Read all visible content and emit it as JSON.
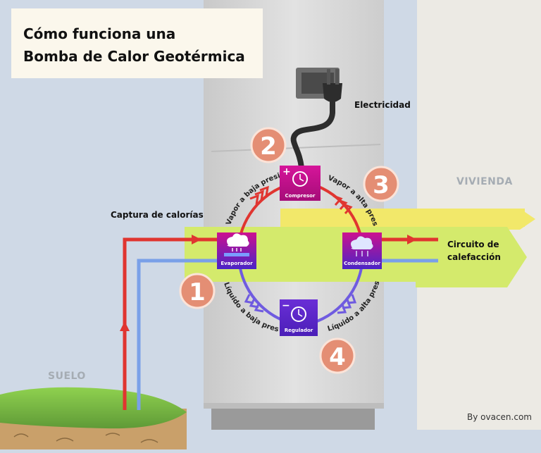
{
  "title": {
    "line1": "Cómo funciona una",
    "line2": "Bomba de Calor Geotérmica"
  },
  "labels": {
    "electricity": "Electricidad",
    "capture": "Captura de calorías",
    "vivienda": "VIVIENDA",
    "suelo": "SUELO",
    "circuit_line1": "Circuito de",
    "circuit_line2": "calefacción",
    "credit": "By ovacen.com"
  },
  "components": {
    "compressor": "Compresor",
    "evaporator": "Evaporador",
    "condenser": "Condensador",
    "regulator": "Regulador",
    "compressor_sign": "+",
    "regulator_sign": "−"
  },
  "cycle_labels": {
    "low_pressure_vapor": "Vapor a baja presión",
    "high_pressure_vapor": "Vapor a alta presión",
    "low_pressure_liquid": "Líquido a baja presión",
    "high_pressure_liquid": "Líquido a alta presión"
  },
  "steps": [
    "1",
    "2",
    "3",
    "4"
  ],
  "colors": {
    "background": "#cfd9e6",
    "house_wall": "#eceae4",
    "unit": "#d8d8d8",
    "hot_pipe": "#e03530",
    "cold_pipe": "#7aa0e8",
    "yellow_band": "#f2e86a",
    "green_band": "#d4ea6c",
    "component": "#c8108e",
    "regulator": "#5a2ad0",
    "circle_badge": "#e48e74",
    "ground": "#8bc34a"
  }
}
